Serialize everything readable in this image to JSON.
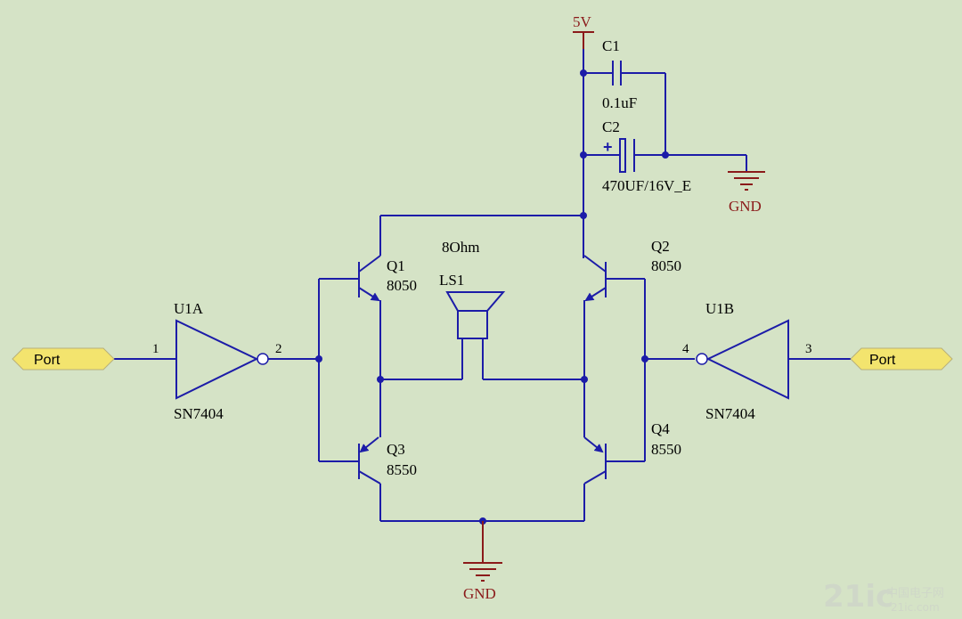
{
  "power": {
    "vcc_label": "5V",
    "gnd_top_label": "GND",
    "gnd_bottom_label": "GND"
  },
  "capacitors": {
    "c1": {
      "ref": "C1",
      "value": "0.1uF"
    },
    "c2": {
      "ref": "C2",
      "value": "470UF/16V_E",
      "polarity": "+"
    }
  },
  "speaker": {
    "ref": "LS1",
    "value": "8Ohm"
  },
  "transistors": {
    "q1": {
      "ref": "Q1",
      "value": "8050"
    },
    "q2": {
      "ref": "Q2",
      "value": "8050"
    },
    "q3": {
      "ref": "Q3",
      "value": "8550"
    },
    "q4": {
      "ref": "Q4",
      "value": "8550"
    }
  },
  "inverters": {
    "u1a": {
      "ref": "U1A",
      "part": "SN7404",
      "pin_in": "1",
      "pin_out": "2"
    },
    "u1b": {
      "ref": "U1B",
      "part": "SN7404",
      "pin_in": "3",
      "pin_out": "4"
    }
  },
  "ports": {
    "left": "Port",
    "right": "Port"
  },
  "watermark": {
    "logo": "21ic",
    "cn": "中国电子网",
    "url": "21ic.com"
  },
  "colors": {
    "wire": "#1c1ca8",
    "power": "#8b1a1a",
    "background": "#d5e3c6",
    "port_fill": "#f3e46e"
  }
}
